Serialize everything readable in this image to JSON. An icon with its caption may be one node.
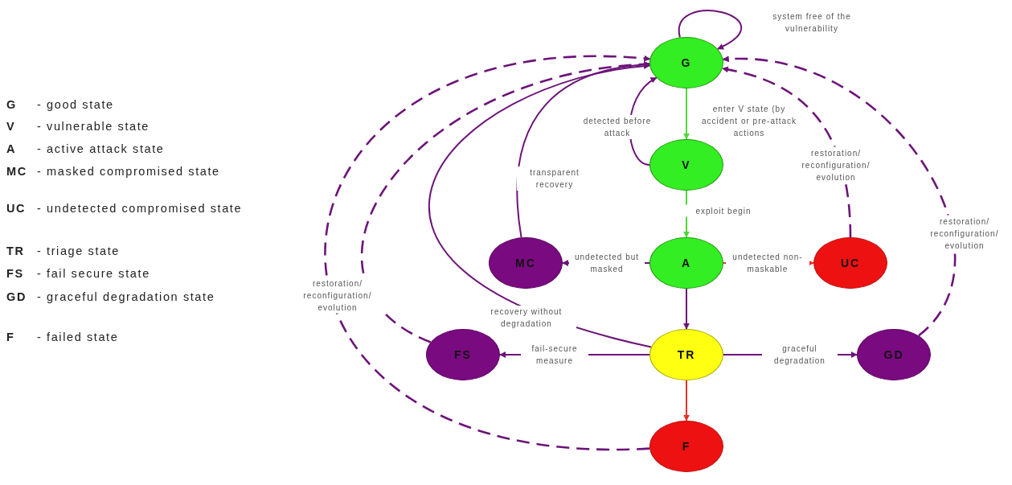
{
  "diagram": {
    "nodes": [
      {
        "text": [
          "G"
        ]
      },
      {
        "text": [
          "V"
        ]
      },
      {
        "text": [
          "A"
        ]
      },
      {
        "text": [
          "MC"
        ]
      },
      {
        "text": [
          "UC"
        ]
      },
      {
        "text": [
          "TR"
        ]
      },
      {
        "text": [
          "FS"
        ]
      },
      {
        "text": [
          "GD"
        ]
      },
      {
        "text": [
          "F"
        ]
      }
    ],
    "edges": [
      {
        "from": 0,
        "to": 0,
        "arrow": "to",
        "label": "system free of the vulnerability"
      },
      {
        "from": 0,
        "to": 1,
        "arrow": "to",
        "label": "enter V state (by accident or pre-attack actions",
        "color": "#4fd83a"
      },
      {
        "from": 1,
        "to": 0,
        "arrow": "to",
        "label": "detected before attack"
      },
      {
        "from": 1,
        "to": 2,
        "arrow": "to",
        "label": "exploit begin",
        "color": "#4fd83a"
      },
      {
        "from": 2,
        "to": 3,
        "arrow": "to",
        "label": "undetected but masked"
      },
      {
        "from": 2,
        "to": 4,
        "arrow": "to",
        "label": "undetected non-maskable",
        "color": "#e8332a"
      },
      {
        "from": 2,
        "to": 5,
        "arrow": "to"
      },
      {
        "from": 3,
        "to": 0,
        "arrow": "to",
        "label": "transparent recovery"
      },
      {
        "from": 4,
        "to": 0,
        "arrow": "to",
        "label": "restoration/ reconfiguration/ evolution",
        "style": "dashed"
      },
      {
        "from": 5,
        "to": 0,
        "arrow": "to",
        "label": "recovery without degradation"
      },
      {
        "from": 5,
        "to": 6,
        "arrow": "to",
        "label": "fail-secure measure"
      },
      {
        "from": 5,
        "to": 7,
        "arrow": "to",
        "label": "graceful degradation"
      },
      {
        "from": 5,
        "to": 8,
        "arrow": "to",
        "color": "#e8332a"
      },
      {
        "from": 6,
        "to": 0,
        "arrow": "to",
        "label": "restoration/ reconfiguration/ evolution",
        "style": "dashed"
      },
      {
        "from": 8,
        "to": 0,
        "arrow": "to",
        "style": "dashed"
      },
      {
        "from": 7,
        "to": 0,
        "arrow": "to",
        "label": "restoration/ reconfiguration/ evolution",
        "style": "dashed"
      }
    ],
    "labels": [
      "G",
      "- good state",
      "V",
      "- vulnerable state",
      "A",
      "- active attack state",
      "MC",
      "- masked compromised state",
      "UC",
      "- undetected compromised state",
      "TR",
      "- triage state",
      "FS",
      "- fail secure state",
      "GD",
      "- graceful degradation state",
      "F",
      "- failed state"
    ]
  }
}
